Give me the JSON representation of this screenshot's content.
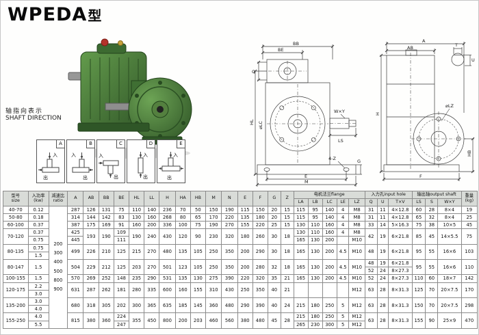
{
  "page": {
    "title_main": "WPEDA",
    "title_suffix": "型"
  },
  "shaft_direction": {
    "label_cn": "轴指向表示",
    "label_en": "SHAFT DIRECTION",
    "boxes": [
      {
        "letter": "A",
        "in_label": "入",
        "out_label": "出"
      },
      {
        "letter": "B",
        "in_label": "入",
        "out_label": "出"
      },
      {
        "letter": "C",
        "in_label": "入",
        "out_label": "出"
      },
      {
        "letter": "D",
        "in_label": "入",
        "out_label": "出"
      },
      {
        "letter": "E",
        "in_label": "入",
        "out_label": "出"
      }
    ]
  },
  "drawings": {
    "front": {
      "bb": "BB",
      "be": "BE",
      "q": "Q",
      "wy": "W×Y",
      "ls": "LS",
      "lc": "⌀LC",
      "hl": "HL",
      "z4": "4-Z",
      "e": "E",
      "m": "M",
      "g": "G"
    },
    "side": {
      "a": "A",
      "ab": "AB",
      "t": "T",
      "u": "U",
      "h": "H",
      "lz": "⌀LZ",
      "hb": "HB",
      "f": "F"
    }
  },
  "table": {
    "head": [
      [
        {
          "t": "型号\nsize",
          "r": 2
        },
        {
          "t": "入功率\n(kw)",
          "r": 2
        },
        {
          "t": "减速比\nratio",
          "r": 2
        },
        {
          "t": "A",
          "r": 2
        },
        {
          "t": "AB",
          "r": 2
        },
        {
          "t": "BB",
          "r": 2
        },
        {
          "t": "BE",
          "r": 2
        },
        {
          "t": "HL",
          "r": 2
        },
        {
          "t": "LL",
          "r": 2
        },
        {
          "t": "H",
          "r": 2
        },
        {
          "t": "HA",
          "r": 2
        },
        {
          "t": "HB",
          "r": 2
        },
        {
          "t": "M",
          "r": 2
        },
        {
          "t": "N",
          "r": 2
        },
        {
          "t": "E",
          "r": 2
        },
        {
          "t": "F",
          "r": 2
        },
        {
          "t": "G",
          "r": 2
        },
        {
          "t": "Z",
          "r": 2
        },
        {
          "t": "电机法兰flange",
          "c": 5
        },
        {
          "t": "入力孔input hole",
          "c": 3
        },
        {
          "t": "输出轴output shaft",
          "c": 3
        },
        {
          "t": "重量\n(kg)",
          "r": 2
        }
      ],
      [
        "LA",
        "LB",
        "LC",
        "LE",
        "LZ",
        "Q",
        "U",
        "T×V",
        "LS",
        "S",
        "W×Y"
      ]
    ],
    "rows": [
      [
        "40-70",
        "0.12",
        {
          "t": "200\n300\n400\n500\n800\n900",
          "r": 16,
          "cls": "ratio"
        },
        "287",
        "126",
        "131",
        "75",
        "110",
        "140",
        "236",
        "70",
        "50",
        "150",
        "190",
        "115",
        "150",
        "20",
        "15",
        "115",
        "95",
        "140",
        "4",
        "M8",
        "31",
        "11",
        "4×12.8",
        "60",
        "28",
        "8×4",
        "19"
      ],
      [
        "50-80",
        "0.18",
        "314",
        "144",
        "142",
        "83",
        "130",
        "160",
        "268",
        "80",
        "65",
        "170",
        "220",
        "135",
        "180",
        "20",
        "15",
        "115",
        "95",
        "140",
        "4",
        "M8",
        "31",
        "11",
        "4×12.8",
        "65",
        "32",
        "8×4",
        "25"
      ],
      [
        "60-100",
        "0.37",
        "387",
        "175",
        "169",
        "91",
        "160",
        "200",
        "336",
        "100",
        "75",
        "190",
        "270",
        "155",
        "220",
        "25",
        "15",
        "130",
        "110",
        "160",
        "4",
        "M8",
        "33",
        "14",
        "5×16.3",
        "75",
        "38",
        "10×5",
        "45"
      ],
      [
        {
          "t": "70-120",
          "r": 2
        },
        "0.37",
        "425",
        {
          "t": "193",
          "r": 2
        },
        {
          "t": "190",
          "r": 2
        },
        "109",
        {
          "t": "190",
          "r": 2
        },
        {
          "t": "240",
          "r": 2
        },
        {
          "t": "430",
          "r": 2
        },
        {
          "t": "120",
          "r": 2
        },
        {
          "t": "90",
          "r": 2
        },
        {
          "t": "230",
          "r": 2
        },
        {
          "t": "320",
          "r": 2
        },
        {
          "t": "180",
          "r": 2
        },
        {
          "t": "260",
          "r": 2
        },
        {
          "t": "30",
          "r": 2
        },
        {
          "t": "18",
          "r": 2
        },
        "130",
        "110",
        "160",
        "4",
        "M8",
        {
          "t": "42",
          "r": 2
        },
        {
          "t": "19",
          "r": 2
        },
        {
          "t": "6×21.8",
          "r": 2
        },
        {
          "t": "85",
          "r": 2
        },
        {
          "t": "45",
          "r": 2
        },
        {
          "t": "14×5.5",
          "r": 2
        },
        {
          "t": "75",
          "r": 2
        }
      ],
      [
        "0.75",
        "445",
        "111",
        "165",
        "130",
        "200",
        "",
        "M10"
      ],
      [
        {
          "t": "80-135",
          "r": 2
        },
        "0.75",
        {
          "t": "499",
          "r": 2
        },
        {
          "t": "226",
          "r": 2
        },
        {
          "t": "210",
          "r": 2
        },
        {
          "t": "125",
          "r": 2
        },
        {
          "t": "215",
          "r": 2
        },
        {
          "t": "270",
          "r": 2
        },
        {
          "t": "480",
          "r": 2
        },
        {
          "t": "135",
          "r": 2
        },
        {
          "t": "105",
          "r": 2
        },
        {
          "t": "250",
          "r": 2
        },
        {
          "t": "350",
          "r": 2
        },
        {
          "t": "200",
          "r": 2
        },
        {
          "t": "290",
          "r": 2
        },
        {
          "t": "30",
          "r": 2
        },
        {
          "t": "18",
          "r": 2
        },
        {
          "t": "165",
          "r": 2
        },
        {
          "t": "130",
          "r": 2
        },
        {
          "t": "200",
          "r": 2
        },
        {
          "t": "4.5",
          "r": 2
        },
        {
          "t": "M10",
          "r": 2
        },
        {
          "t": "48",
          "r": 2
        },
        {
          "t": "19",
          "r": 2
        },
        {
          "t": "6×21.8",
          "r": 2
        },
        {
          "t": "95",
          "r": 2
        },
        {
          "t": "55",
          "r": 2
        },
        {
          "t": "16×6",
          "r": 2
        },
        {
          "t": "103",
          "r": 2
        }
      ],
      [
        "1.5"
      ],
      [
        {
          "t": "80-147",
          "r": 2
        },
        {
          "t": "1.5",
          "r": 2
        },
        {
          "t": "504",
          "r": 2
        },
        {
          "t": "229",
          "r": 2
        },
        {
          "t": "212",
          "r": 2
        },
        {
          "t": "125",
          "r": 2
        },
        {
          "t": "203",
          "r": 2
        },
        {
          "t": "270",
          "r": 2
        },
        {
          "t": "501",
          "r": 2
        },
        {
          "t": "123",
          "r": 2
        },
        {
          "t": "105",
          "r": 2
        },
        {
          "t": "250",
          "r": 2
        },
        {
          "t": "350",
          "r": 2
        },
        {
          "t": "200",
          "r": 2
        },
        {
          "t": "280",
          "r": 2
        },
        {
          "t": "32",
          "r": 2
        },
        {
          "t": "18",
          "r": 2
        },
        {
          "t": "165",
          "r": 2
        },
        {
          "t": "130",
          "r": 2
        },
        {
          "t": "200",
          "r": 2
        },
        {
          "t": "4.5",
          "r": 2
        },
        {
          "t": "M10",
          "r": 2
        },
        "48",
        "19",
        "6×21.8",
        {
          "t": "95",
          "r": 2
        },
        {
          "t": "55",
          "r": 2
        },
        {
          "t": "16×6",
          "r": 2
        },
        {
          "t": "110",
          "r": 2
        }
      ],
      [
        "52",
        "24",
        "8×27.3"
      ],
      [
        "100-155",
        "1.5",
        "570",
        "269",
        "252",
        "148",
        "235",
        "290",
        "531",
        "135",
        "130",
        "275",
        "390",
        "220",
        "320",
        "35",
        "21",
        "165",
        "130",
        "200",
        "4.5",
        "M10",
        "52",
        "24",
        "8×27.3",
        "110",
        "60",
        "18×7",
        "142"
      ],
      [
        {
          "t": "120-175",
          "r": 2
        },
        "2.2",
        {
          "t": "631",
          "r": 2
        },
        {
          "t": "287",
          "r": 2
        },
        {
          "t": "262",
          "r": 2
        },
        {
          "t": "181",
          "r": 2
        },
        {
          "t": "280",
          "r": 2
        },
        {
          "t": "335",
          "r": 2
        },
        {
          "t": "600",
          "r": 2
        },
        {
          "t": "160",
          "r": 2
        },
        {
          "t": "155",
          "r": 2
        },
        {
          "t": "310",
          "r": 2
        },
        {
          "t": "430",
          "r": 2
        },
        {
          "t": "250",
          "r": 2
        },
        {
          "t": "350",
          "r": 2
        },
        {
          "t": "40",
          "r": 2
        },
        {
          "t": "21",
          "r": 2
        },
        {
          "t": "",
          "r": 2
        },
        {
          "t": "",
          "r": 2
        },
        {
          "t": "",
          "r": 2
        },
        {
          "t": "",
          "r": 2
        },
        {
          "t": "M12",
          "r": 2
        },
        {
          "t": "63",
          "r": 2
        },
        {
          "t": "28",
          "r": 2
        },
        {
          "t": "8×31.3",
          "r": 2
        },
        {
          "t": "125",
          "r": 2
        },
        {
          "t": "70",
          "r": 2
        },
        {
          "t": "20×7.5",
          "r": 2
        },
        {
          "t": "170",
          "r": 2
        }
      ],
      [
        "3.0"
      ],
      [
        {
          "t": "135-200",
          "r": 2
        },
        "3.0",
        {
          "t": "680",
          "r": 2
        },
        {
          "t": "318",
          "r": 2
        },
        {
          "t": "305",
          "r": 2
        },
        {
          "t": "202",
          "r": 2
        },
        {
          "t": "300",
          "r": 2
        },
        {
          "t": "365",
          "r": 2
        },
        {
          "t": "635",
          "r": 2
        },
        {
          "t": "185",
          "r": 2
        },
        {
          "t": "145",
          "r": 2
        },
        {
          "t": "360",
          "r": 2
        },
        {
          "t": "480",
          "r": 2
        },
        {
          "t": "290",
          "r": 2
        },
        {
          "t": "390",
          "r": 2
        },
        {
          "t": "40",
          "r": 2
        },
        {
          "t": "24",
          "r": 2
        },
        {
          "t": "215",
          "r": 2
        },
        {
          "t": "180",
          "r": 2
        },
        {
          "t": "250",
          "r": 2
        },
        {
          "t": "5",
          "r": 2
        },
        {
          "t": "M12",
          "r": 2
        },
        {
          "t": "63",
          "r": 2
        },
        {
          "t": "28",
          "r": 2
        },
        {
          "t": "8×31.3",
          "r": 2
        },
        {
          "t": "150",
          "r": 2
        },
        {
          "t": "70",
          "r": 2
        },
        {
          "t": "20×7.5",
          "r": 2
        },
        {
          "t": "298",
          "r": 2
        }
      ],
      [
        "4.0"
      ],
      [
        {
          "t": "155-250",
          "r": 2
        },
        "4.0",
        {
          "t": "815",
          "r": 2
        },
        {
          "t": "380",
          "r": 2
        },
        {
          "t": "360",
          "r": 2
        },
        "224",
        {
          "t": "355",
          "r": 2
        },
        {
          "t": "450",
          "r": 2
        },
        {
          "t": "800",
          "r": 2
        },
        {
          "t": "200",
          "r": 2
        },
        {
          "t": "203",
          "r": 2
        },
        {
          "t": "460",
          "r": 2
        },
        {
          "t": "560",
          "r": 2
        },
        {
          "t": "380",
          "r": 2
        },
        {
          "t": "480",
          "r": 2
        },
        {
          "t": "45",
          "r": 2
        },
        {
          "t": "28",
          "r": 2
        },
        "215",
        "180",
        "250",
        "5",
        "M12",
        {
          "t": "63",
          "r": 2
        },
        {
          "t": "28",
          "r": 2
        },
        {
          "t": "8×31.3",
          "r": 2
        },
        {
          "t": "155",
          "r": 2
        },
        {
          "t": "90",
          "r": 2
        },
        {
          "t": "25×9",
          "r": 2
        },
        {
          "t": "470",
          "r": 2
        }
      ],
      [
        "5.5",
        "247",
        "265",
        "230",
        "300",
        "5",
        "M12"
      ]
    ]
  }
}
